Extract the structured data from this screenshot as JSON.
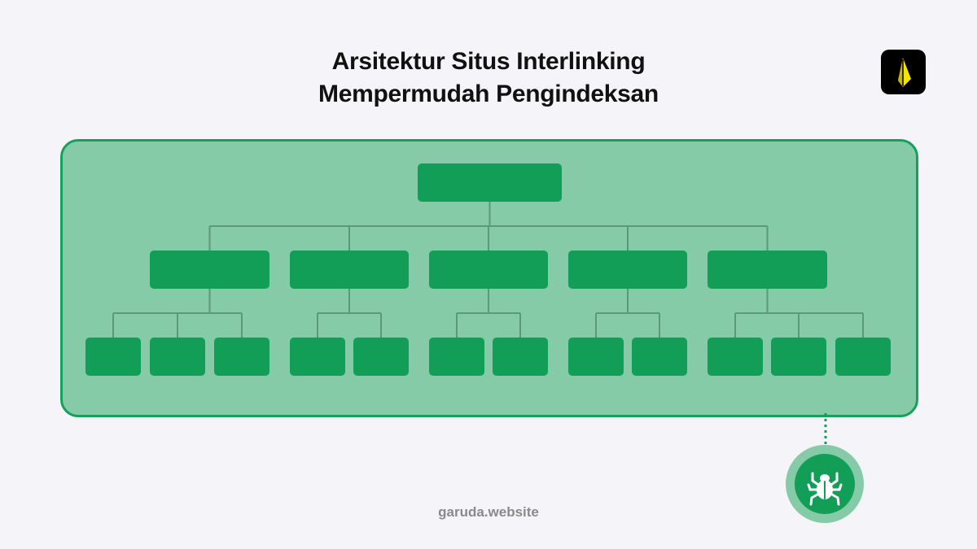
{
  "title": {
    "line1": "Arsitektur Situs Interlinking",
    "line2": "Mempermudah Pengindeksan"
  },
  "footer": {
    "text": "garuda.website"
  },
  "icons": {
    "logo": "garuda-logo-icon",
    "crawler": "spider-icon"
  },
  "colors": {
    "background": "#f5f5f9",
    "panel_fill": "#86cba7",
    "panel_border": "#17a05a",
    "node": "#139e57",
    "connector_line": "#5a9a76",
    "logo_bg": "#000000",
    "logo_accent": "#f5e400"
  },
  "tree": {
    "root": "",
    "children": [
      {
        "label": "",
        "children": [
          "",
          "",
          ""
        ]
      },
      {
        "label": "",
        "children": [
          "",
          ""
        ]
      },
      {
        "label": "",
        "children": [
          "",
          ""
        ]
      },
      {
        "label": "",
        "children": [
          "",
          ""
        ]
      },
      {
        "label": "",
        "children": [
          "",
          "",
          ""
        ]
      }
    ]
  }
}
